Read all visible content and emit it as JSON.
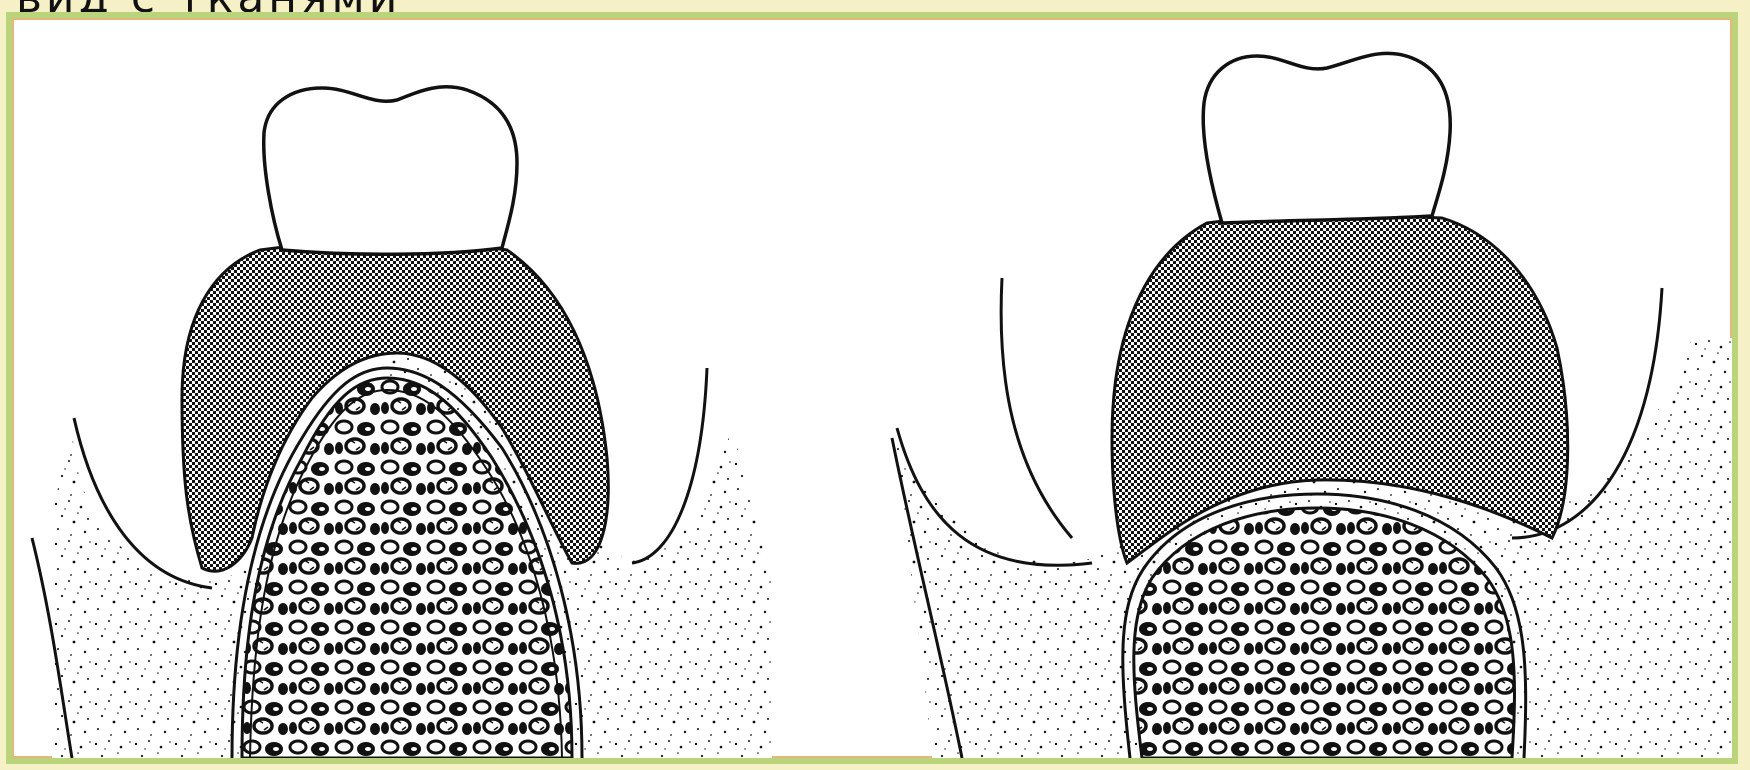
{
  "heading": {
    "text": "вид с тканями"
  },
  "figure": {
    "panels": [
      {
        "id": "left",
        "caption": ""
      },
      {
        "id": "right",
        "caption": ""
      }
    ],
    "colors": {
      "frame_border": "#b9d47a",
      "frame_inner_border": "#e6b878",
      "page_background": "#f6f0c6",
      "ink": "#111111"
    }
  }
}
